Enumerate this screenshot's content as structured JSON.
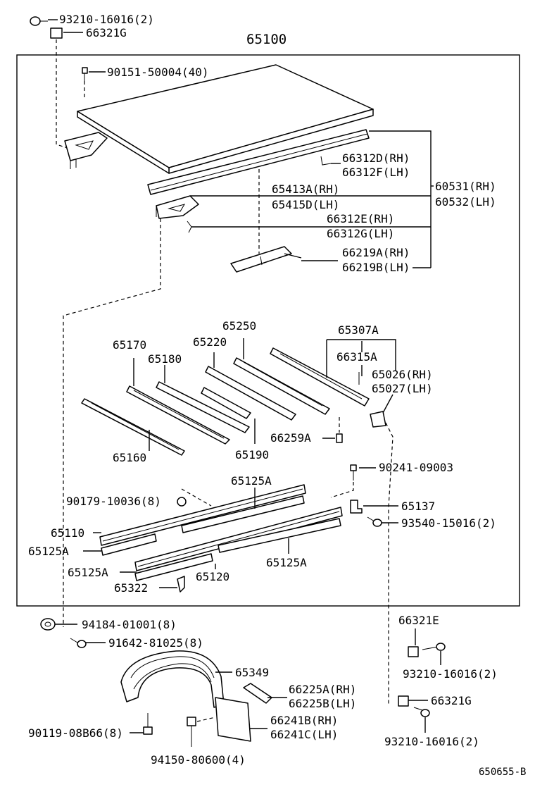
{
  "diagram": {
    "assembly_number": "65100",
    "reference_code": "650655-B",
    "parts": [
      {
        "id": "p01",
        "label": "93210-16016(2)"
      },
      {
        "id": "p02",
        "label": "66321G"
      },
      {
        "id": "p03",
        "label": "90151-50004(40)"
      },
      {
        "id": "p04",
        "label": "66312D(RH)"
      },
      {
        "id": "p05",
        "label": "66312F(LH)"
      },
      {
        "id": "p06",
        "label": "60531(RH)"
      },
      {
        "id": "p07",
        "label": "60532(LH)"
      },
      {
        "id": "p08",
        "label": "65413A(RH)"
      },
      {
        "id": "p09",
        "label": "65415D(LH)"
      },
      {
        "id": "p10",
        "label": "66312E(RH)"
      },
      {
        "id": "p11",
        "label": "66312G(LH)"
      },
      {
        "id": "p12",
        "label": "66219A(RH)"
      },
      {
        "id": "p13",
        "label": "66219B(LH)"
      },
      {
        "id": "p14",
        "label": "65250"
      },
      {
        "id": "p15",
        "label": "65307A"
      },
      {
        "id": "p16",
        "label": "65170"
      },
      {
        "id": "p17",
        "label": "65220"
      },
      {
        "id": "p18",
        "label": "66315A"
      },
      {
        "id": "p19",
        "label": "65180"
      },
      {
        "id": "p20",
        "label": "65026(RH)"
      },
      {
        "id": "p21",
        "label": "65027(LH)"
      },
      {
        "id": "p22",
        "label": "66259A"
      },
      {
        "id": "p23",
        "label": "65160"
      },
      {
        "id": "p24",
        "label": "65190"
      },
      {
        "id": "p25",
        "label": "90241-09003"
      },
      {
        "id": "p26",
        "label": "65125A"
      },
      {
        "id": "p27",
        "label": "90179-10036(8)"
      },
      {
        "id": "p28",
        "label": "65137"
      },
      {
        "id": "p29",
        "label": "65110"
      },
      {
        "id": "p30",
        "label": "93540-15016(2)"
      },
      {
        "id": "p31",
        "label": "65125A"
      },
      {
        "id": "p32",
        "label": "65125A"
      },
      {
        "id": "p33",
        "label": "65125A"
      },
      {
        "id": "p34",
        "label": "65120"
      },
      {
        "id": "p35",
        "label": "65322"
      },
      {
        "id": "p36",
        "label": "66321E"
      },
      {
        "id": "p37",
        "label": "94184-01001(8)"
      },
      {
        "id": "p38",
        "label": "91642-81025(8)"
      },
      {
        "id": "p39",
        "label": "93210-16016(2)"
      },
      {
        "id": "p40",
        "label": "65349"
      },
      {
        "id": "p41",
        "label": "66225A(RH)"
      },
      {
        "id": "p42",
        "label": "66225B(LH)"
      },
      {
        "id": "p43",
        "label": "66321G"
      },
      {
        "id": "p44",
        "label": "66241B(RH)"
      },
      {
        "id": "p45",
        "label": "90119-08B66(8)"
      },
      {
        "id": "p46",
        "label": "66241C(LH)"
      },
      {
        "id": "p47",
        "label": "93210-16016(2)"
      },
      {
        "id": "p48",
        "label": "94150-80600(4)"
      }
    ]
  }
}
